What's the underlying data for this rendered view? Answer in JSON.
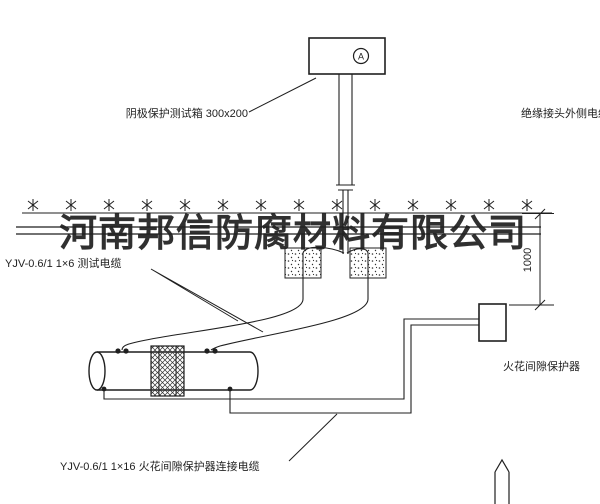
{
  "watermark": {
    "text": "河南邦信防腐材料有限公司"
  },
  "labels": {
    "test_box": "阴极保护测试箱 300x200",
    "outer_cable": "绝缘接头外侧电缆",
    "test_cable": "YJV-0.6/1 1×6  测试电缆",
    "spark_gap_protector": "火花间隙保护器",
    "spark_gap_cable": "YJV-0.6/1 1×16  火花间隙保护器连接电缆",
    "dimension": "1000",
    "meter": "A"
  },
  "colors": {
    "line": "#1f1f1f",
    "background": "#ffffff",
    "watermark": "#161616"
  }
}
